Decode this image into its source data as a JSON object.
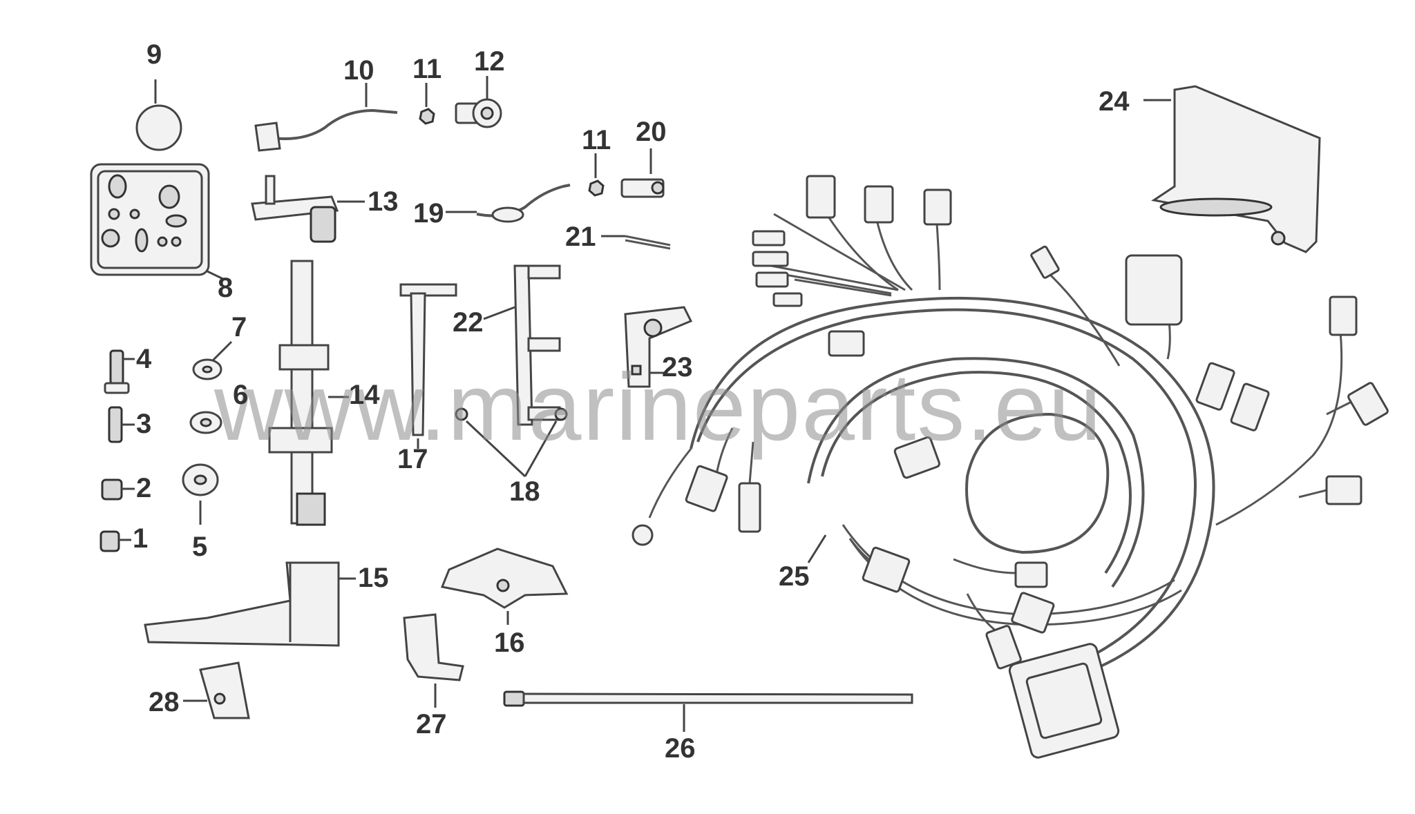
{
  "diagram": {
    "watermark": "www.marineparts.eu",
    "callouts": [
      {
        "id": "label-1",
        "text": "1"
      },
      {
        "id": "label-2",
        "text": "2"
      },
      {
        "id": "label-3",
        "text": "3"
      },
      {
        "id": "label-4",
        "text": "4"
      },
      {
        "id": "label-5",
        "text": "5"
      },
      {
        "id": "label-6",
        "text": "6"
      },
      {
        "id": "label-7",
        "text": "7"
      },
      {
        "id": "label-8",
        "text": "8"
      },
      {
        "id": "label-9",
        "text": "9"
      },
      {
        "id": "label-10",
        "text": "10"
      },
      {
        "id": "label-11a",
        "text": "11"
      },
      {
        "id": "label-11b",
        "text": "11"
      },
      {
        "id": "label-12",
        "text": "12"
      },
      {
        "id": "label-13",
        "text": "13"
      },
      {
        "id": "label-14",
        "text": "14"
      },
      {
        "id": "label-15",
        "text": "15"
      },
      {
        "id": "label-16",
        "text": "16"
      },
      {
        "id": "label-17",
        "text": "17"
      },
      {
        "id": "label-18",
        "text": "18"
      },
      {
        "id": "label-19",
        "text": "19"
      },
      {
        "id": "label-20",
        "text": "20"
      },
      {
        "id": "label-21",
        "text": "21"
      },
      {
        "id": "label-22",
        "text": "22"
      },
      {
        "id": "label-23",
        "text": "23"
      },
      {
        "id": "label-24",
        "text": "24"
      },
      {
        "id": "label-25",
        "text": "25"
      },
      {
        "id": "label-26",
        "text": "26"
      },
      {
        "id": "label-27",
        "text": "27"
      },
      {
        "id": "label-28",
        "text": "28"
      }
    ]
  }
}
